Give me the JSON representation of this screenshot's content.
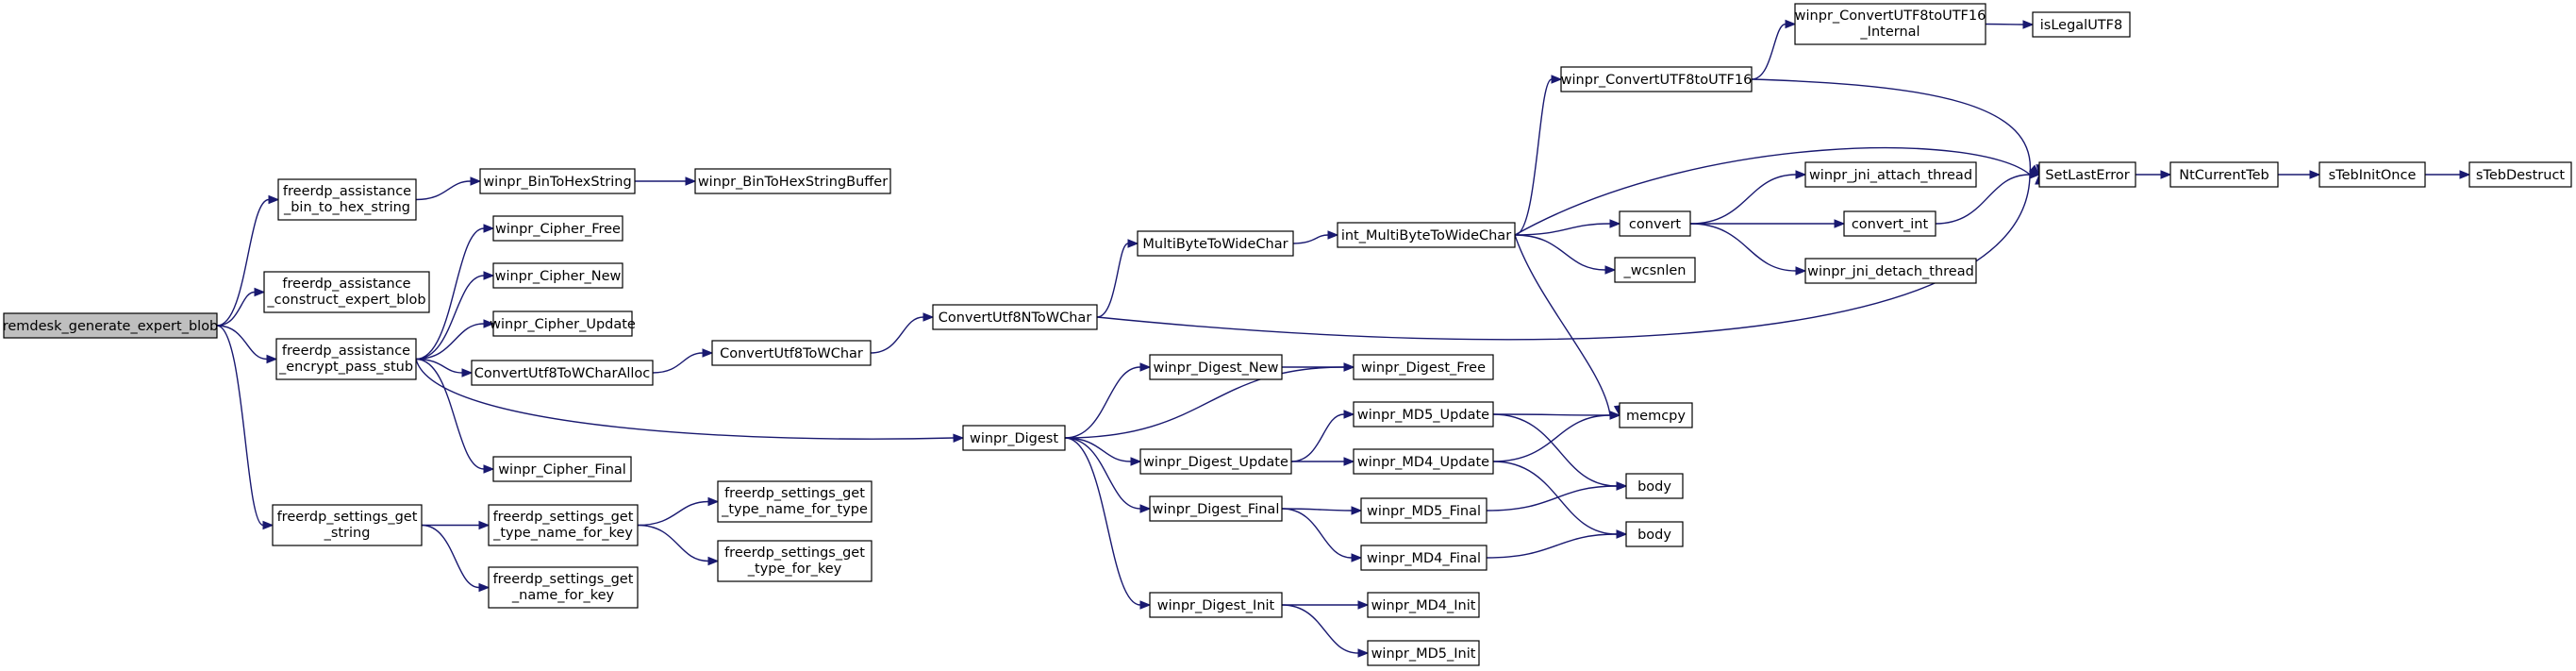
{
  "graph": {
    "colors": {
      "edge": "#191970",
      "node_border": "#000000",
      "node_fill": "#ffffff",
      "root_fill": "#bfbfbf"
    },
    "nodes": [
      {
        "id": "n_root",
        "lines": [
          "remdesk_generate_expert_blob"
        ],
        "root": true
      },
      {
        "id": "n_bin2hex",
        "lines": [
          "freerdp_assistance",
          "_bin_to_hex_string"
        ]
      },
      {
        "id": "n_construct",
        "lines": [
          "freerdp_assistance",
          "_construct_expert_blob"
        ]
      },
      {
        "id": "n_encrypt",
        "lines": [
          "freerdp_assistance",
          "_encrypt_pass_stub"
        ]
      },
      {
        "id": "n_settings_get_string",
        "lines": [
          "freerdp_settings_get",
          "_string"
        ]
      },
      {
        "id": "n_bintohex",
        "lines": [
          "winpr_BinToHexString"
        ]
      },
      {
        "id": "n_bintohexbuf",
        "lines": [
          "winpr_BinToHexStringBuffer"
        ]
      },
      {
        "id": "n_cipher_free",
        "lines": [
          "winpr_Cipher_Free"
        ]
      },
      {
        "id": "n_cipher_new",
        "lines": [
          "winpr_Cipher_New"
        ]
      },
      {
        "id": "n_cipher_update",
        "lines": [
          "winpr_Cipher_Update"
        ]
      },
      {
        "id": "n_cu8alloc",
        "lines": [
          "ConvertUtf8ToWCharAlloc"
        ]
      },
      {
        "id": "n_cipher_final",
        "lines": [
          "winpr_Cipher_Final"
        ]
      },
      {
        "id": "n_get_type_name_key",
        "lines": [
          "freerdp_settings_get",
          "_type_name_for_key"
        ]
      },
      {
        "id": "n_get_name_key",
        "lines": [
          "freerdp_settings_get",
          "_name_for_key"
        ]
      },
      {
        "id": "n_get_type_name_type",
        "lines": [
          "freerdp_settings_get",
          "_type_name_for_type"
        ]
      },
      {
        "id": "n_get_type_key",
        "lines": [
          "freerdp_settings_get",
          "_type_for_key"
        ]
      },
      {
        "id": "n_cu8",
        "lines": [
          "ConvertUtf8ToWChar"
        ]
      },
      {
        "id": "n_cu8n",
        "lines": [
          "ConvertUtf8NToWChar"
        ]
      },
      {
        "id": "n_mb2wc",
        "lines": [
          "MultiByteToWideChar"
        ]
      },
      {
        "id": "n_digest",
        "lines": [
          "winpr_Digest"
        ]
      },
      {
        "id": "n_int_mb2wc",
        "lines": [
          "int_MultiByteToWideChar"
        ]
      },
      {
        "id": "n_digest_new",
        "lines": [
          "winpr_Digest_New"
        ]
      },
      {
        "id": "n_digest_update",
        "lines": [
          "winpr_Digest_Update"
        ]
      },
      {
        "id": "n_digest_final",
        "lines": [
          "winpr_Digest_Final"
        ]
      },
      {
        "id": "n_digest_init",
        "lines": [
          "winpr_Digest_Init"
        ]
      },
      {
        "id": "n_digest_free",
        "lines": [
          "winpr_Digest_Free"
        ]
      },
      {
        "id": "n_md5_update",
        "lines": [
          "winpr_MD5_Update"
        ]
      },
      {
        "id": "n_md4_update",
        "lines": [
          "winpr_MD4_Update"
        ]
      },
      {
        "id": "n_md5_final",
        "lines": [
          "winpr_MD5_Final"
        ]
      },
      {
        "id": "n_md4_final",
        "lines": [
          "winpr_MD4_Final"
        ]
      },
      {
        "id": "n_md4_init",
        "lines": [
          "winpr_MD4_Init"
        ]
      },
      {
        "id": "n_md5_init",
        "lines": [
          "winpr_MD5_Init"
        ]
      },
      {
        "id": "n_cu8to16",
        "lines": [
          "winpr_ConvertUTF8toUTF16"
        ]
      },
      {
        "id": "n_cu8to16i",
        "lines": [
          "winpr_ConvertUTF8toUTF16",
          "_Internal"
        ]
      },
      {
        "id": "n_islegal",
        "lines": [
          "isLegalUTF8"
        ]
      },
      {
        "id": "n_convert",
        "lines": [
          "convert"
        ]
      },
      {
        "id": "n_wcsnlen",
        "lines": [
          "_wcsnlen"
        ]
      },
      {
        "id": "n_memcpy",
        "lines": [
          "memcpy"
        ]
      },
      {
        "id": "n_jni_attach",
        "lines": [
          "winpr_jni_attach_thread"
        ]
      },
      {
        "id": "n_convert_int",
        "lines": [
          "convert_int"
        ]
      },
      {
        "id": "n_jni_detach",
        "lines": [
          "winpr_jni_detach_thread"
        ]
      },
      {
        "id": "n_body1",
        "lines": [
          "body"
        ]
      },
      {
        "id": "n_body2",
        "lines": [
          "body"
        ]
      },
      {
        "id": "n_setlasterror",
        "lines": [
          "SetLastError"
        ]
      },
      {
        "id": "n_ntcurrentteb",
        "lines": [
          "NtCurrentTeb"
        ]
      },
      {
        "id": "n_steb_init",
        "lines": [
          "sTebInitOnce"
        ]
      },
      {
        "id": "n_steb_destruct",
        "lines": [
          "sTebDestruct"
        ]
      }
    ],
    "edges": [
      [
        "n_root",
        "n_bin2hex"
      ],
      [
        "n_root",
        "n_construct"
      ],
      [
        "n_root",
        "n_encrypt"
      ],
      [
        "n_root",
        "n_settings_get_string"
      ],
      [
        "n_bin2hex",
        "n_bintohex"
      ],
      [
        "n_bintohex",
        "n_bintohexbuf"
      ],
      [
        "n_encrypt",
        "n_cipher_free"
      ],
      [
        "n_encrypt",
        "n_cipher_new"
      ],
      [
        "n_encrypt",
        "n_cipher_update"
      ],
      [
        "n_encrypt",
        "n_cu8alloc"
      ],
      [
        "n_encrypt",
        "n_cipher_final"
      ],
      [
        "n_encrypt",
        "n_digest"
      ],
      [
        "n_settings_get_string",
        "n_get_type_name_key"
      ],
      [
        "n_settings_get_string",
        "n_get_name_key"
      ],
      [
        "n_get_type_name_key",
        "n_get_type_name_type"
      ],
      [
        "n_get_type_name_key",
        "n_get_type_key"
      ],
      [
        "n_cu8alloc",
        "n_cu8"
      ],
      [
        "n_cu8",
        "n_cu8n"
      ],
      [
        "n_cu8n",
        "n_mb2wc"
      ],
      [
        "n_cu8n",
        "n_setlasterror"
      ],
      [
        "n_mb2wc",
        "n_int_mb2wc"
      ],
      [
        "n_int_mb2wc",
        "n_cu8to16"
      ],
      [
        "n_int_mb2wc",
        "n_setlasterror"
      ],
      [
        "n_int_mb2wc",
        "n_convert"
      ],
      [
        "n_int_mb2wc",
        "n_wcsnlen"
      ],
      [
        "n_int_mb2wc",
        "n_memcpy"
      ],
      [
        "n_cu8to16",
        "n_cu8to16i"
      ],
      [
        "n_cu8to16",
        "n_setlasterror"
      ],
      [
        "n_cu8to16i",
        "n_islegal"
      ],
      [
        "n_convert",
        "n_jni_attach"
      ],
      [
        "n_convert",
        "n_convert_int"
      ],
      [
        "n_convert",
        "n_jni_detach"
      ],
      [
        "n_convert_int",
        "n_setlasterror"
      ],
      [
        "n_setlasterror",
        "n_ntcurrentteb"
      ],
      [
        "n_ntcurrentteb",
        "n_steb_init"
      ],
      [
        "n_steb_init",
        "n_steb_destruct"
      ],
      [
        "n_digest",
        "n_digest_new"
      ],
      [
        "n_digest",
        "n_digest_free"
      ],
      [
        "n_digest",
        "n_digest_update"
      ],
      [
        "n_digest",
        "n_digest_final"
      ],
      [
        "n_digest",
        "n_digest_init"
      ],
      [
        "n_digest_new",
        "n_digest_free"
      ],
      [
        "n_digest_update",
        "n_md5_update"
      ],
      [
        "n_digest_update",
        "n_md4_update"
      ],
      [
        "n_md5_update",
        "n_memcpy"
      ],
      [
        "n_md5_update",
        "n_body1"
      ],
      [
        "n_md4_update",
        "n_memcpy"
      ],
      [
        "n_md4_update",
        "n_body2"
      ],
      [
        "n_digest_final",
        "n_md5_final"
      ],
      [
        "n_digest_final",
        "n_md4_final"
      ],
      [
        "n_md5_final",
        "n_body1"
      ],
      [
        "n_md4_final",
        "n_body2"
      ],
      [
        "n_digest_init",
        "n_md4_init"
      ],
      [
        "n_digest_init",
        "n_md5_init"
      ]
    ]
  }
}
